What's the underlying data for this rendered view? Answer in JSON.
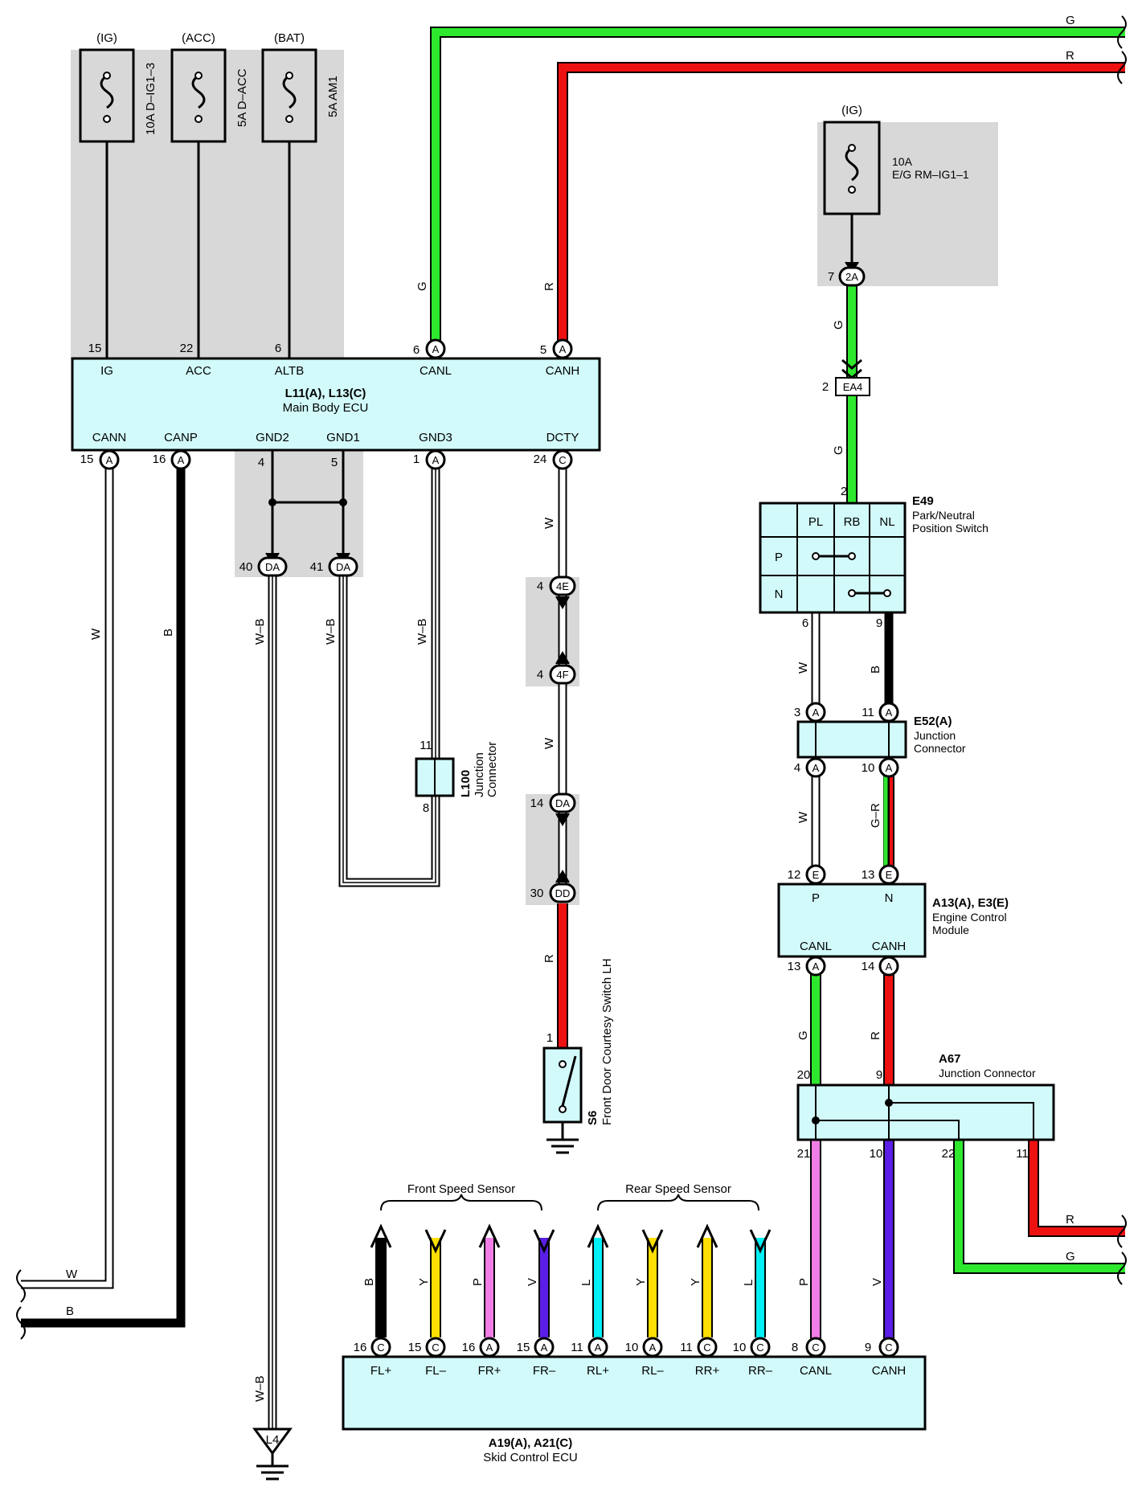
{
  "fuses": [
    {
      "type": "(IG)",
      "label": "10A D–IG1–3"
    },
    {
      "type": "(ACC)",
      "label": "5A D–ACC"
    },
    {
      "type": "(BAT)",
      "label": "5A AM1"
    }
  ],
  "fuse_ig_right": {
    "type": "(IG)",
    "amps": "10A",
    "name": "E/G RM–IG1–1"
  },
  "main_ecu": {
    "title": "L11(A), L13(C)",
    "name": "Main Body ECU",
    "top_pins": [
      {
        "num": "15",
        "label": "IG"
      },
      {
        "num": "22",
        "label": "ACC"
      },
      {
        "num": "6",
        "label": "ALTB"
      },
      {
        "num": "6",
        "conn": "A",
        "label": "CANL"
      },
      {
        "num": "5",
        "conn": "A",
        "label": "CANH"
      }
    ],
    "bottom_pins": [
      {
        "num": "15",
        "conn": "A",
        "label": "CANN"
      },
      {
        "num": "16",
        "conn": "A",
        "label": "CANP"
      },
      {
        "num": "4",
        "label": "GND2"
      },
      {
        "num": "5",
        "label": "GND1"
      },
      {
        "num": "1",
        "conn": "A",
        "label": "GND3"
      },
      {
        "num": "24",
        "conn": "C",
        "label": "DCTY"
      }
    ]
  },
  "wire_colors": {
    "G": "#2ee82e",
    "R": "#ee1111",
    "B": "#000000",
    "W": "#ffffff",
    "P": "#f07ee6",
    "V": "#5a1ee6",
    "Y": "#ffdf00",
    "L": "#00f0f5"
  },
  "wire_labels": {
    "g": "G",
    "r": "R",
    "w": "W",
    "b": "B",
    "wb": "W–B",
    "gr": "G–R",
    "p": "P",
    "v": "V",
    "y": "Y",
    "l": "L"
  },
  "connectors": {
    "da40": {
      "num": "40",
      "code": "DA"
    },
    "da41": {
      "num": "41",
      "code": "DA"
    },
    "c4e": {
      "num": "4",
      "code": "4E"
    },
    "c4f": {
      "num": "4",
      "code": "4F"
    },
    "c14da": {
      "num": "14",
      "code": "DA"
    },
    "c30dd": {
      "num": "30",
      "code": "DD"
    },
    "c2a": {
      "num": "7",
      "code": "2A"
    },
    "ea4": {
      "num": "2",
      "code": "EA4"
    }
  },
  "l100": {
    "id": "L100",
    "name": "Junction\nConnector",
    "pin_top": "11",
    "pin_bottom": "8"
  },
  "s6": {
    "id": "S6",
    "name": "Front Door Courtesy Switch LH",
    "pin": "1"
  },
  "e49": {
    "id": "E49",
    "name": "Park/Neutral\nPosition Switch",
    "cols": [
      "PL",
      "RB",
      "NL"
    ],
    "rows": [
      "P",
      "N"
    ],
    "pin_in": "2",
    "pin_out_left": "6",
    "pin_out_right": "9"
  },
  "e52": {
    "id": "E52(A)",
    "name": "Junction\nConnector",
    "pins": [
      "3",
      "11",
      "4",
      "10"
    ],
    "conn": "A"
  },
  "ecm": {
    "id": "A13(A), E3(E)",
    "name": "Engine Control\nModule",
    "top": [
      {
        "num": "12",
        "conn": "E",
        "label": "P"
      },
      {
        "num": "13",
        "conn": "E",
        "label": "N"
      }
    ],
    "bottom": [
      {
        "num": "13",
        "conn": "A",
        "label": "CANL"
      },
      {
        "num": "14",
        "conn": "A",
        "label": "CANH"
      }
    ]
  },
  "a67": {
    "id": "A67",
    "name": "Junction Connector",
    "pins": [
      "20",
      "9",
      "21",
      "10",
      "22",
      "11"
    ]
  },
  "skid": {
    "title": "A19(A), A21(C)",
    "name": "Skid Control ECU",
    "front_group": "Front Speed Sensor",
    "rear_group": "Rear Speed Sensor",
    "pins": [
      {
        "num": "16",
        "conn": "C",
        "label": "FL+",
        "wire": "B",
        "dir": "up"
      },
      {
        "num": "15",
        "conn": "C",
        "label": "FL–",
        "wire": "Y",
        "dir": "down"
      },
      {
        "num": "16",
        "conn": "A",
        "label": "FR+",
        "wire": "P",
        "dir": "up"
      },
      {
        "num": "15",
        "conn": "A",
        "label": "FR–",
        "wire": "V",
        "dir": "down"
      },
      {
        "num": "11",
        "conn": "A",
        "label": "RL+",
        "wire": "L",
        "dir": "up"
      },
      {
        "num": "10",
        "conn": "A",
        "label": "RL–",
        "wire": "Y",
        "dir": "down"
      },
      {
        "num": "11",
        "conn": "C",
        "label": "RR+",
        "wire": "Y",
        "dir": "up"
      },
      {
        "num": "10",
        "conn": "C",
        "label": "RR–",
        "wire": "L",
        "dir": "down"
      },
      {
        "num": "8",
        "conn": "C",
        "label": "CANL",
        "wire": "P",
        "dir": "none"
      },
      {
        "num": "9",
        "conn": "C",
        "label": "CANH",
        "wire": "V",
        "dir": "none"
      }
    ]
  },
  "ground_l4": "L4"
}
